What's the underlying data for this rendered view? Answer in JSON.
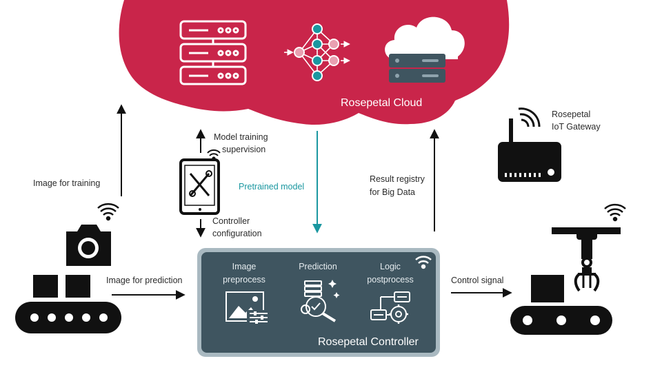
{
  "colors": {
    "cloud": "#c9254a",
    "controller_fill": "#3f5560",
    "controller_border": "#a9b9c1",
    "teal": "#1a97a0",
    "dark": "#111111"
  },
  "cloud": {
    "title": "Rosepetal Cloud"
  },
  "gateway": {
    "line1": "Rosepetal",
    "line2": "IoT Gateway"
  },
  "labels": {
    "image_for_training": "Image for training",
    "model_training_1": "Model training",
    "model_training_2": "supervision",
    "pretrained_model": "Pretrained model",
    "result_registry_1": "Result registry",
    "result_registry_2": "for Big Data",
    "controller_config_1": "Controller",
    "controller_config_2": "configuration",
    "image_for_prediction": "Image for prediction",
    "control_signal": "Control signal"
  },
  "controller": {
    "title": "Rosepetal Controller",
    "image_preprocess_1": "Image",
    "image_preprocess_2": "preprocess",
    "prediction": "Prediction",
    "logic_postprocess_1": "Logic",
    "logic_postprocess_2": "postprocess"
  },
  "icons": [
    "server-rack-icon",
    "neural-network-icon",
    "cloud-server-icon",
    "wifi-icon",
    "router-icon",
    "tablet-settings-icon",
    "camera-icon",
    "conveyor-input-icon",
    "conveyor-output-icon",
    "robot-arm-icon",
    "image-adjust-icon",
    "prediction-search-icon",
    "logic-flow-icon"
  ]
}
